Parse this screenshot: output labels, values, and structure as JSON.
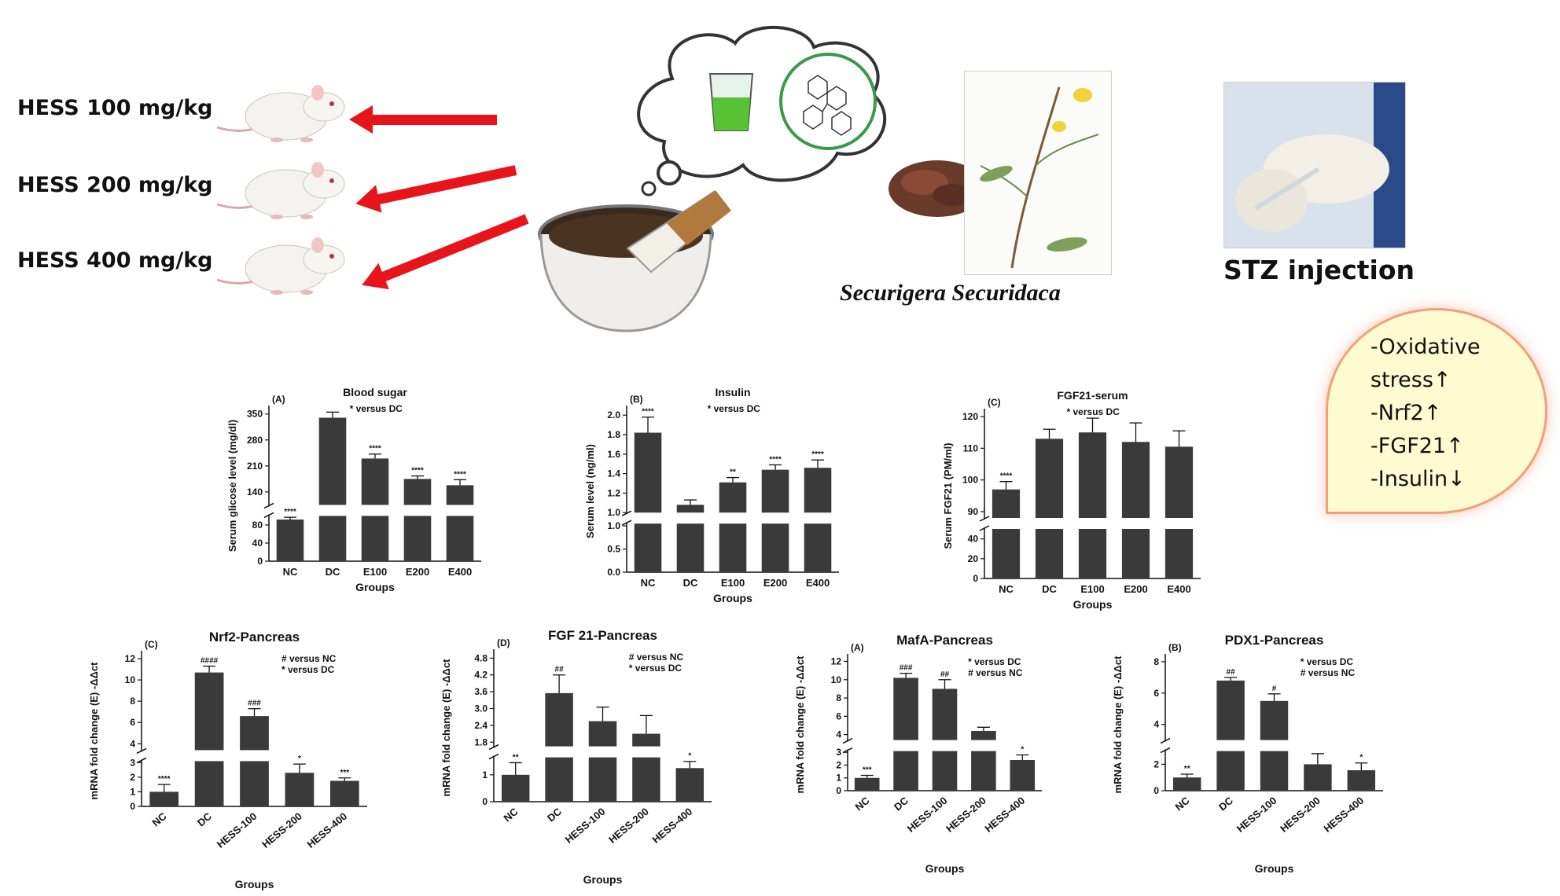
{
  "doses": [
    "HESS 100 mg/kg",
    "HESS 200 mg/kg",
    "HESS 400 mg/kg"
  ],
  "plant_name": "Securigera Securidaca",
  "stz_label": "STZ injection",
  "effects": [
    "-Oxidative",
    "stress↑",
    "-Nrf2↑",
    "-FGF21↑",
    "-Insulin↓"
  ],
  "icons": {
    "rat": "rat-image",
    "mortar": "mortar-pestle-image",
    "beaker": "beaker-icon",
    "molecule": "molecule-structure-icon",
    "seeds": "seeds-image",
    "plant": "plant-illustration",
    "injection": "injection-photo"
  },
  "colors": {
    "arrow": "#e8141b",
    "bar": "#3a3a3a",
    "effects_fill": "#fdfbcf",
    "effects_border": "#f1a07a"
  },
  "chart_data": [
    {
      "type": "bar",
      "panel": "(A)",
      "title": "Blood sugar",
      "note": "* versus DC",
      "xlabel": "Groups",
      "ylabel": "Serum glicose level (mg/dl)",
      "categories": [
        "NC",
        "DC",
        "E100",
        "E200",
        "E400"
      ],
      "values": [
        92,
        340,
        230,
        175,
        158
      ],
      "errors": [
        5,
        15,
        12,
        8,
        15
      ],
      "sig": [
        "****",
        "",
        "****",
        "****",
        "****"
      ],
      "lower_ticks": [
        0,
        40,
        80
      ],
      "upper_ticks": [
        140,
        210,
        280,
        350
      ],
      "lower_range": [
        0,
        100
      ],
      "upper_range": [
        105,
        360
      ]
    },
    {
      "type": "bar",
      "panel": "(B)",
      "title": "Insulin",
      "note": "* versus DC",
      "xlabel": "Groups",
      "ylabel": "Serum level (ng/ml)",
      "categories": [
        "NC",
        "DC",
        "E100",
        "E200",
        "E400"
      ],
      "values": [
        1.82,
        1.08,
        1.31,
        1.44,
        1.46
      ],
      "errors": [
        0.16,
        0.05,
        0.05,
        0.05,
        0.08
      ],
      "sig": [
        "****",
        "",
        "**",
        "****",
        "****"
      ],
      "lower_ticks": [
        "0.0",
        "0.5",
        "1.0"
      ],
      "upper_ticks": [
        "1.0",
        "1.2",
        "1.4",
        "1.6",
        "1.8",
        "2.0"
      ],
      "lower_range": [
        0,
        1.05
      ],
      "upper_range": [
        1.0,
        2.05
      ]
    },
    {
      "type": "bar",
      "panel": "(C)",
      "title": "FGF21-serum",
      "note": "* versus DC",
      "xlabel": "Groups",
      "ylabel": "Serum FGF21 (PM/ml)",
      "categories": [
        "NC",
        "DC",
        "E100",
        "E200",
        "E400"
      ],
      "values": [
        97,
        113,
        115,
        112,
        110.5
      ],
      "errors": [
        2.5,
        3,
        4.5,
        6,
        5
      ],
      "sig": [
        "****",
        "",
        "",
        "",
        ""
      ],
      "lower_ticks": [
        0,
        20,
        40
      ],
      "upper_ticks": [
        90,
        100,
        110,
        120
      ],
      "lower_range": [
        0,
        50
      ],
      "upper_range": [
        88,
        121
      ]
    },
    {
      "type": "bar",
      "panel": "(C)",
      "title": "Nrf2-Pancreas",
      "note": "# versus NC\n* versus DC",
      "xlabel": "Groups",
      "ylabel": "mRNA fold change (E) -ΔΔct",
      "categories": [
        "NC",
        "DC",
        "HESS-100",
        "HESS-200",
        "HESS-400"
      ],
      "values": [
        1.0,
        10.7,
        6.6,
        2.3,
        1.75
      ],
      "errors": [
        0.5,
        0.6,
        0.7,
        0.6,
        0.2
      ],
      "sig": [
        "****",
        "####",
        "###",
        "*",
        "***"
      ],
      "lower_ticks": [
        0,
        1,
        2,
        3
      ],
      "upper_ticks": [
        4,
        6,
        8,
        10,
        12
      ],
      "lower_range": [
        0,
        3.1
      ],
      "upper_range": [
        3.4,
        12.3
      ]
    },
    {
      "type": "bar",
      "panel": "(D)",
      "title": "FGF 21-Pancreas",
      "note": "# versus NC\n* versus DC",
      "xlabel": "Groups",
      "ylabel": "mRNA fold change (E) -ΔΔct",
      "categories": [
        "NC",
        "DC",
        "HESS-100",
        "HESS-200",
        "HESS-400"
      ],
      "values": [
        1.0,
        3.55,
        2.55,
        2.1,
        1.25
      ],
      "errors": [
        0.45,
        0.65,
        0.5,
        0.65,
        0.25
      ],
      "sig": [
        "**",
        "##",
        "",
        "",
        "*"
      ],
      "lower_ticks": [
        0,
        1
      ],
      "upper_ticks": [
        "1.8",
        "2.4",
        "3.0",
        "3.6",
        "4.2",
        "4.8"
      ],
      "lower_range": [
        0,
        1.65
      ],
      "upper_range": [
        1.65,
        4.95
      ]
    },
    {
      "type": "bar",
      "panel": "(A)",
      "title": "MafA-Pancreas",
      "note": "* versus DC\n# versus NC",
      "xlabel": "Groups",
      "ylabel": "mRNA fold change (E) -ΔΔct",
      "categories": [
        "NC",
        "DC",
        "HESS-100",
        "HESS-200",
        "HESS-400"
      ],
      "values": [
        1.0,
        10.2,
        9.0,
        4.4,
        2.4
      ],
      "errors": [
        0.2,
        0.5,
        1.0,
        0.4,
        0.4
      ],
      "sig": [
        "***",
        "###",
        "##",
        "",
        "*"
      ],
      "lower_ticks": [
        0,
        1,
        2,
        3
      ],
      "upper_ticks": [
        4,
        6,
        8,
        10,
        12
      ],
      "lower_range": [
        0,
        3.1
      ],
      "upper_range": [
        3.4,
        12.3
      ]
    },
    {
      "type": "bar",
      "panel": "(B)",
      "title": "PDX1-Pancreas",
      "note": "* versus DC\n# versus NC",
      "xlabel": "Groups",
      "ylabel": "mRNA fold change (E) -ΔΔct",
      "categories": [
        "NC",
        "DC",
        "HESS-100",
        "HESS-200",
        "HESS-400"
      ],
      "values": [
        1.0,
        6.8,
        5.5,
        2.0,
        1.55
      ],
      "errors": [
        0.25,
        0.2,
        0.45,
        0.8,
        0.55
      ],
      "sig": [
        "**",
        "##",
        "#",
        "",
        "*"
      ],
      "lower_ticks": [
        0,
        2
      ],
      "upper_ticks": [
        4,
        6,
        8
      ],
      "lower_range": [
        0,
        3.0
      ],
      "upper_range": [
        3.0,
        8.2
      ]
    }
  ]
}
